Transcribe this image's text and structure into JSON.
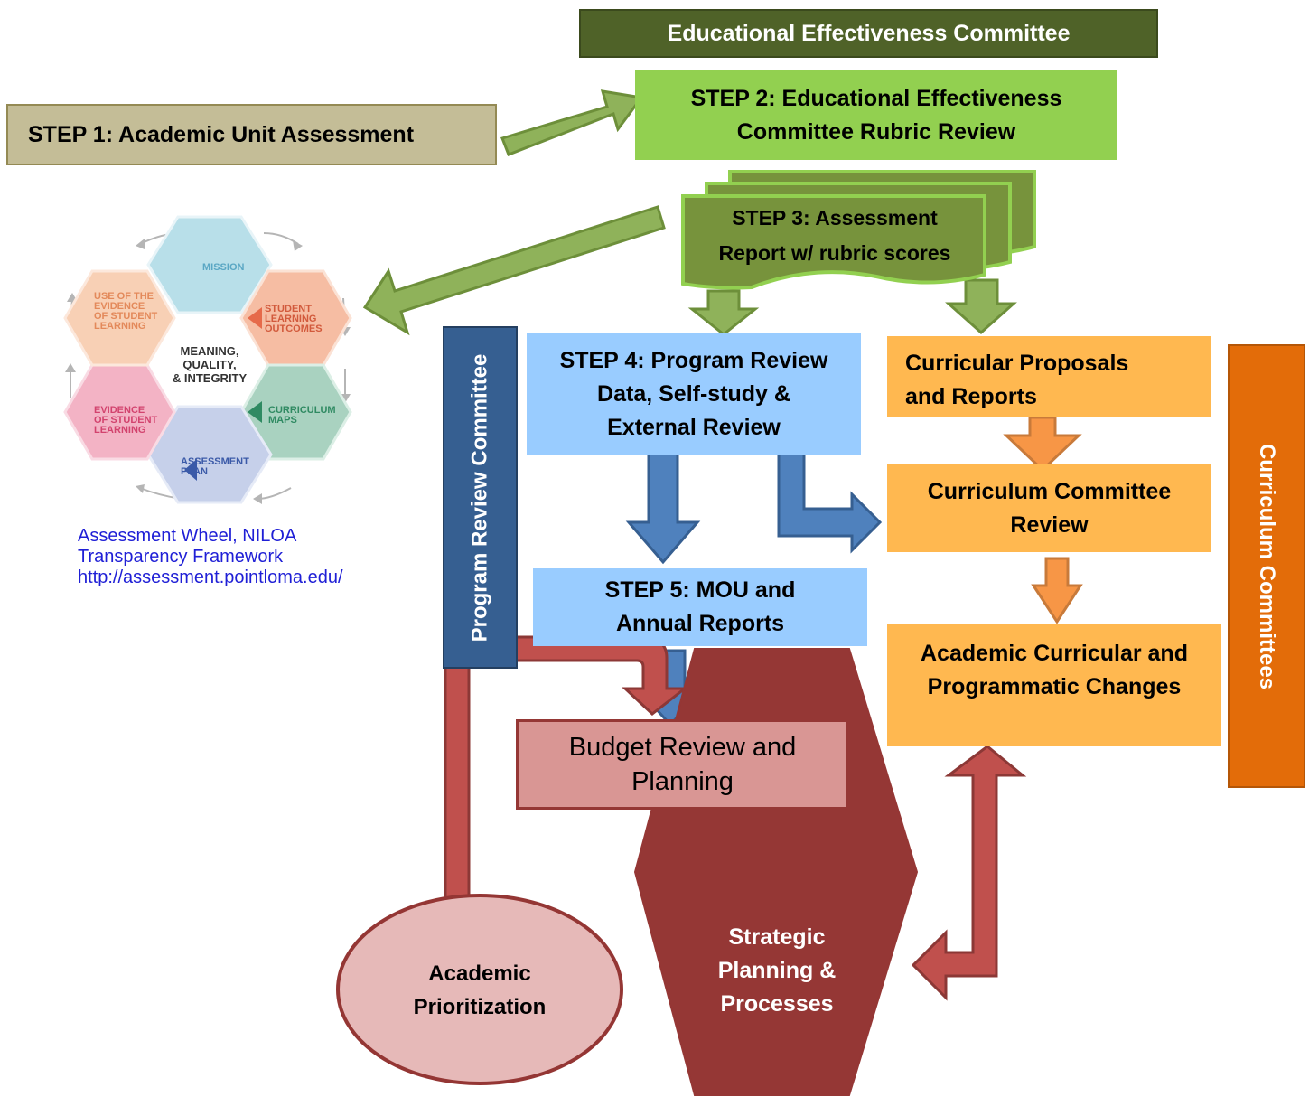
{
  "committees": {
    "educational_effectiveness": "Educational Effectiveness Committee",
    "program_review": "Program Review Committee",
    "curriculum": "Curriculum Committees"
  },
  "steps": {
    "step1": "STEP 1:  Academic Unit Assessment",
    "step2_line1": "STEP 2: Educational Effectiveness",
    "step2_line2": "Committee Rubric Review",
    "step3_line1": "STEP 3:  Assessment",
    "step3_line2": "Report w/ rubric scores",
    "step4_line1": "STEP 4:  Program Review",
    "step4_line2": "Data, Self-study &",
    "step4_line3": "External Review",
    "step5_line1": "STEP 5:  MOU and",
    "step5_line2": "Annual Reports"
  },
  "boxes": {
    "curricular_proposals_line1": "Curricular Proposals",
    "curricular_proposals_line2": "and Reports",
    "curriculum_review_line1": "Curriculum Committee",
    "curriculum_review_line2": "Review",
    "academic_changes_line1": "Academic Curricular and",
    "academic_changes_line2": "Programmatic Changes",
    "budget_line1": "Budget Review and",
    "budget_line2": "Planning",
    "strategic_line1": "Strategic",
    "strategic_line2": "Planning &",
    "strategic_line3": "Processes",
    "prioritization_line1": "Academic",
    "prioritization_line2": "Prioritization"
  },
  "wheel": {
    "caption_line1": "Assessment Wheel, NILOA",
    "caption_line2": "Transparency  Framework",
    "caption_url": "http://assessment.pointloma.edu/",
    "segments": [
      "MISSION",
      "STUDENT LEARNING OUTCOMES",
      "CURRICULUM MAPS",
      "ASSESSMENT PLAN",
      "EVIDENCE OF STUDENT LEARNING",
      "USE OF THE EVIDENCE OF STUDENT LEARNING"
    ],
    "center": "MEANING, QUALITY, & INTEGRITY"
  },
  "colors": {
    "olive_dark": "#4f6228",
    "tan": "#c4bd97",
    "lime": "#92d050",
    "olive": "#77933c",
    "light_blue": "#99ccff",
    "navy": "#365f91",
    "orange_light": "#ffb850",
    "orange_dark": "#e36c09",
    "rose": "#d99694",
    "maroon": "#953735",
    "pink": "#e6b9b8"
  }
}
